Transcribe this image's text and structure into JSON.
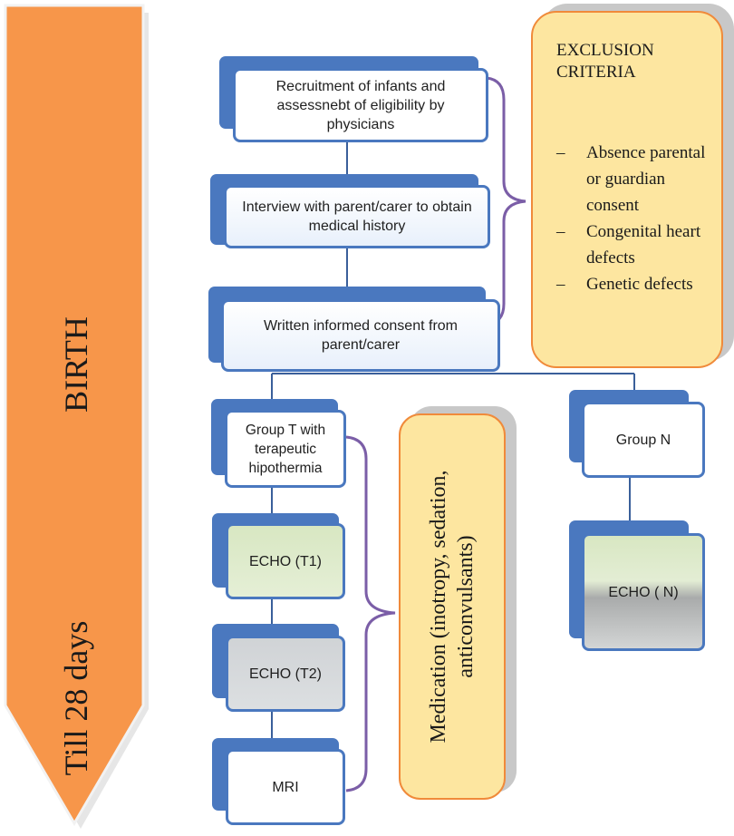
{
  "arrow": {
    "top_label": "BIRTH",
    "bottom_label": "Till 28 days"
  },
  "steps": {
    "recruitment": "Recruitment of infants and assessnebt of eligibility by physicians",
    "interview": "Interview with parent/carer to obtain medical history",
    "consent": "Written informed consent from parent/carer",
    "group_t": "Group T with terapeutic hipothermia",
    "echo_t1": "ECHO (T1)",
    "echo_t2": "ECHO  (T2)",
    "mri": "MRI",
    "group_n": "Group N",
    "echo_n": "ECHO ( N)"
  },
  "exclusion": {
    "title": "EXCLUSION CRITERIA",
    "items": [
      "Absence parental or guardian consent",
      "Congenital heart defects",
      "Genetic defects"
    ]
  },
  "medication": "Medication (inotropy, sedation, anticonvulsants)",
  "colors": {
    "arrow_fill": "#f7964a",
    "box_border": "#4a78bf",
    "callout_fill": "#fde6a0",
    "callout_border": "#f08a3a",
    "bracket": "#7b5ea7"
  }
}
